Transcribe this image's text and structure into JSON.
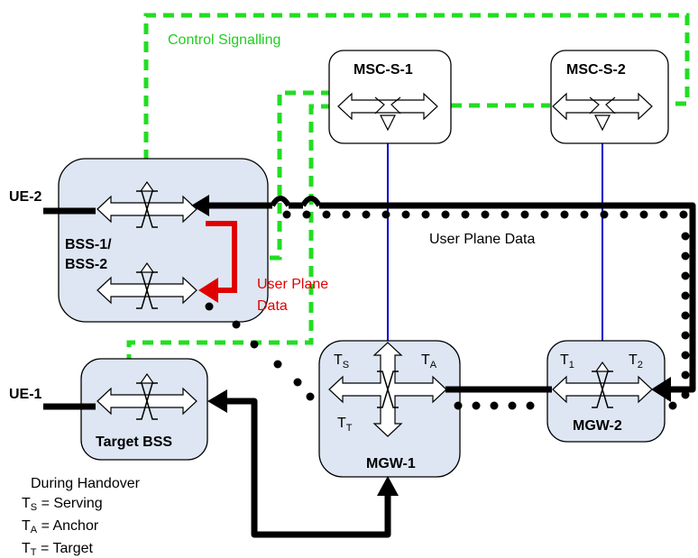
{
  "labels": {
    "control_signalling": "Control Signalling",
    "user_plane_data": "User Plane Data",
    "user_plane_red_1": "User Plane",
    "user_plane_red_2": "Data",
    "ue2": "UE-2",
    "ue1": "UE-1"
  },
  "nodes": {
    "msc1": "MSC-S-1",
    "msc2": "MSC-S-2",
    "bss12_line1": "BSS-1/",
    "bss12_line2": "BSS-2",
    "target_bss": "Target BSS",
    "mgw1": "MGW-1",
    "mgw2": "MGW-2"
  },
  "terminations": {
    "t": "T",
    "s": "S",
    "a": "A",
    "tt": "T",
    "one": "1",
    "two": "2"
  },
  "legend": {
    "title": "During Handover",
    "serving_sym": "T",
    "serving_sub": "S",
    "serving_text": " = Serving",
    "anchor_sym": "T",
    "anchor_sub": "A",
    "anchor_text": " = Anchor",
    "target_sym": "T",
    "target_sub": "T",
    "target_text": " = Target"
  },
  "colors": {
    "control": "#22dd22",
    "user_plane_red": "#e00000",
    "link_blue": "#0000cc",
    "box_fill": "#dde6f2",
    "black": "#000000"
  }
}
